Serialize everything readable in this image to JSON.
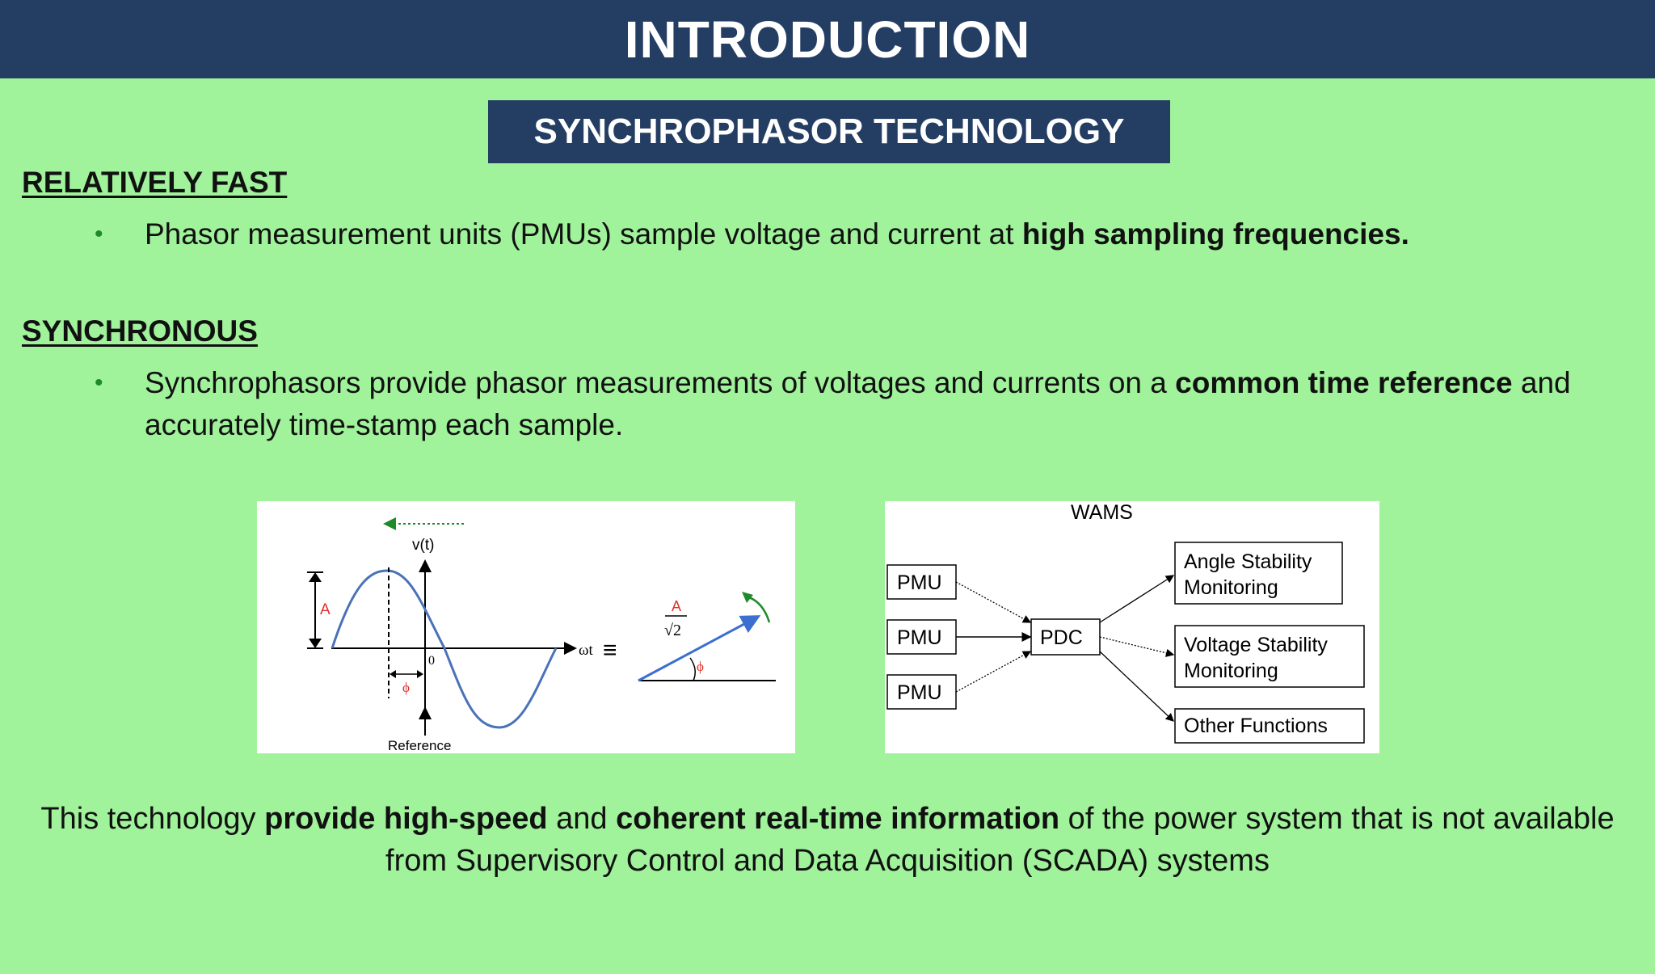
{
  "header": {
    "title": "INTRODUCTION"
  },
  "subheader": {
    "title": "SYNCHROPHASOR TECHNOLOGY"
  },
  "sections": [
    {
      "heading": "RELATIVELY FAST",
      "bullet": {
        "text_plain": "Phasor measurement units (PMUs) sample voltage and current at ",
        "text_bold": "high sampling frequencies."
      }
    },
    {
      "heading": "SYNCHRONOUS",
      "bullet": {
        "text_plain": "Synchrophasors provide phasor measurements of voltages and currents on a ",
        "text_bold": "common time reference",
        "text_after": " and accurately time-stamp each sample."
      }
    }
  ],
  "figure_phasor": {
    "vt_label": "v(t)",
    "amplitude_label": "A",
    "zero_label": "0",
    "phi_label": "ϕ",
    "wt_label": "ωt",
    "equiv_label": "≡",
    "reference_label": "Reference",
    "rms_numerator": "A",
    "rms_denominator": "√2",
    "phasor_phi_label": "ϕ",
    "colors": {
      "wave": "#4a72b8",
      "red": "#e0302a",
      "green": "#1f8a2a",
      "arrow": "#3b6fd0"
    }
  },
  "figure_wams": {
    "title": "WAMS",
    "pmu_labels": [
      "PMU",
      "PMU",
      "PMU"
    ],
    "pdc_label": "PDC",
    "outputs": [
      {
        "line1": "Angle Stability",
        "line2": "Monitoring"
      },
      {
        "line1": "Voltage Stability",
        "line2": "Monitoring"
      },
      {
        "line1": "Other Functions",
        "line2": ""
      }
    ]
  },
  "conclusion": {
    "p1": "This technology ",
    "b1": "provide high-speed",
    "p2": " and ",
    "b2": "coherent real-time information",
    "p3": " of the power system that is not available from Supervisory Control and Data Acquisition (SCADA) systems"
  }
}
